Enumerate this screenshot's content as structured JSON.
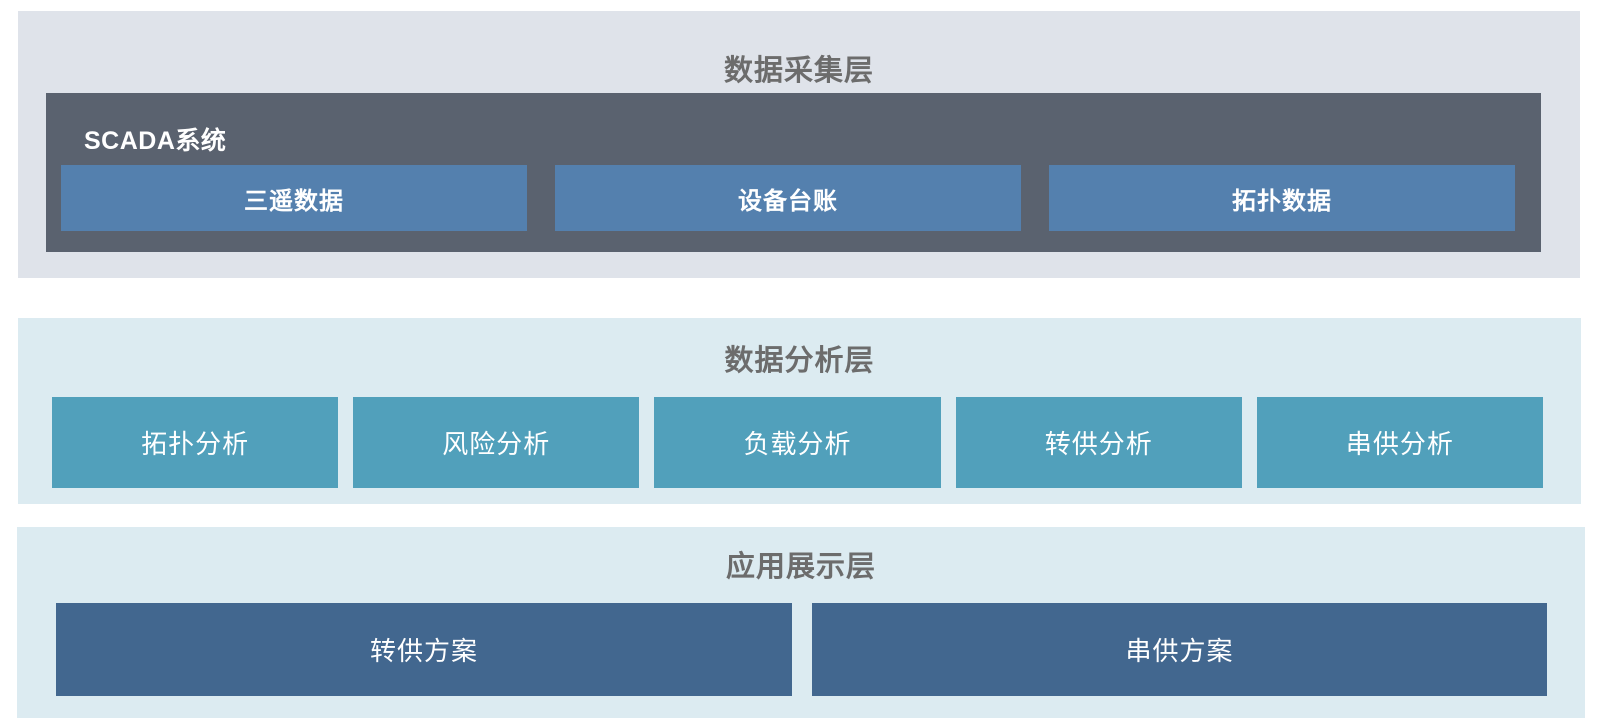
{
  "diagram": {
    "title": "",
    "layers": [
      {
        "id": "collection",
        "name": "数据采集层",
        "background": "#dfe3ea",
        "title_color": "#6c6c6c",
        "group": {
          "label": "SCADA系统",
          "background": "#5a626f",
          "label_color": "#ffffff",
          "items": [
            {
              "label": "三遥数据",
              "color": "#5480ae"
            },
            {
              "label": "设备台账",
              "color": "#5480ae"
            },
            {
              "label": "拓扑数据",
              "color": "#5480ae"
            }
          ]
        }
      },
      {
        "id": "analysis",
        "name": "数据分析层",
        "background": "#dcebf1",
        "title_color": "#6c6c6c",
        "items": [
          {
            "label": "拓扑分析",
            "color": "#51a0bb"
          },
          {
            "label": "风险分析",
            "color": "#51a0bb"
          },
          {
            "label": "负载分析",
            "color": "#51a0bb"
          },
          {
            "label": "转供分析",
            "color": "#51a0bb"
          },
          {
            "label": "串供分析",
            "color": "#51a0bb"
          }
        ]
      },
      {
        "id": "application",
        "name": "应用展示层",
        "background": "#dcebf1",
        "title_color": "#6c6c6c",
        "items": [
          {
            "label": "转供方案",
            "color": "#42678f"
          },
          {
            "label": "串供方案",
            "color": "#42678f"
          }
        ]
      }
    ]
  }
}
